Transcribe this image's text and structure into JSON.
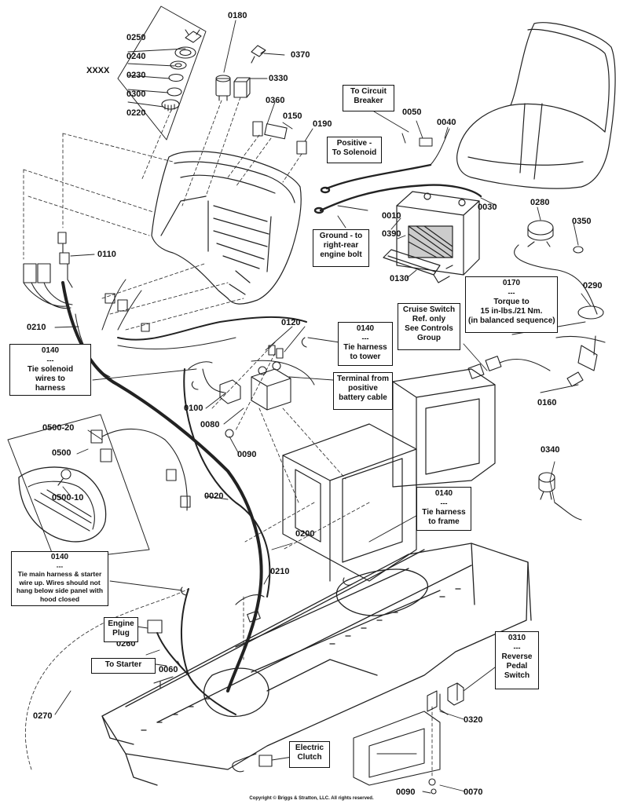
{
  "part_numbers": {
    "p0250": "0250",
    "p0240": "0240",
    "p0230": "0230",
    "p0300": "0300",
    "p0220": "0220",
    "pXXXX": "XXXX",
    "p0180": "0180",
    "p0370": "0370",
    "p0330": "0330",
    "p0360": "0360",
    "p0150": "0150",
    "p0190": "0190",
    "p0050": "0050",
    "p0040": "0040",
    "p0030": "0030",
    "p0010": "0010",
    "p0390": "0390",
    "p0130": "0130",
    "p0280": "0280",
    "p0350": "0350",
    "p0110": "0110",
    "p0210a": "0210",
    "p0120": "0120",
    "p0100": "0100",
    "p0080": "0080",
    "p0090a": "0090",
    "p0290": "0290",
    "p0160": "0160",
    "p0340": "0340",
    "p0500_20": "0500-20",
    "p0500": "0500",
    "p0500_10": "0500-10",
    "p0020": "0020",
    "p0200": "0200",
    "p0210b": "0210",
    "p0260": "0260",
    "p0060": "0060",
    "p0270": "0270",
    "p0320": "0320",
    "p0070": "0070",
    "p0090b": "0090"
  },
  "callouts": {
    "circuit_breaker": [
      "To Circuit",
      "Breaker"
    ],
    "positive_solenoid": [
      "Positive -",
      "To Solenoid"
    ],
    "ground": [
      "Ground - to",
      "right-rear",
      "engine bolt"
    ],
    "torque": [
      "0170",
      "---",
      "Torque to",
      "15 in-lbs./21 Nm.",
      "(in balanced sequence)"
    ],
    "cruise": [
      "Cruise Switch",
      "Ref. only",
      "See Controls",
      "Group"
    ],
    "tie_tower": [
      "0140",
      "---",
      "Tie harness",
      "to tower"
    ],
    "terminal": [
      "Terminal from",
      "positive",
      "battery cable"
    ],
    "tie_solenoid": [
      "0140",
      "---",
      "Tie solenoid",
      "wires to",
      "harness"
    ],
    "tie_frame": [
      "0140",
      "---",
      "Tie harness",
      "to frame"
    ],
    "tie_main": [
      "0140",
      "---",
      "Tie main harness & starter",
      "wire up. Wires should not",
      "hang below side panel with",
      "hood closed"
    ],
    "engine_plug": [
      "Engine",
      "Plug"
    ],
    "to_starter": [
      "To Starter"
    ],
    "reverse": [
      "0310",
      "---",
      "Reverse",
      "Pedal",
      "Switch"
    ],
    "electric_clutch": [
      "Electric",
      "Clutch"
    ]
  },
  "copyright": "Copyright © Briggs & Stratton, LLC. All rights reserved."
}
